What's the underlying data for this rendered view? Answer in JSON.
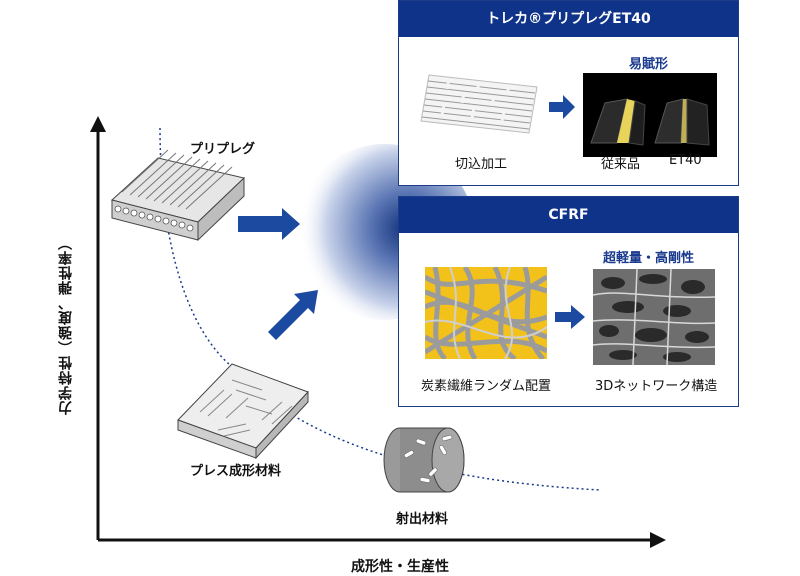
{
  "axes": {
    "y_label": "力学特性（強度、弾性率）",
    "x_label": "成形性・生産性"
  },
  "materials": {
    "prepreg": "プリプレグ",
    "press": "プレス成形材料",
    "injection": "射出材料"
  },
  "panel_et40": {
    "title": "トレカ®プリプレグET40",
    "easy_shape_label": "易賦形",
    "cut_label": "切込加工",
    "conventional_label": "従来品",
    "et40_label": "ET40"
  },
  "panel_cfrf": {
    "title": "CFRF",
    "feature_label": "超軽量・高剛性",
    "random_label": "炭素繊維ランダム配置",
    "network_label": "3Dネットワーク構造"
  },
  "colors": {
    "navy": "#10338a",
    "arrow_blue": "#1b4aa0",
    "fiber_yellow": "#f2c21a"
  }
}
